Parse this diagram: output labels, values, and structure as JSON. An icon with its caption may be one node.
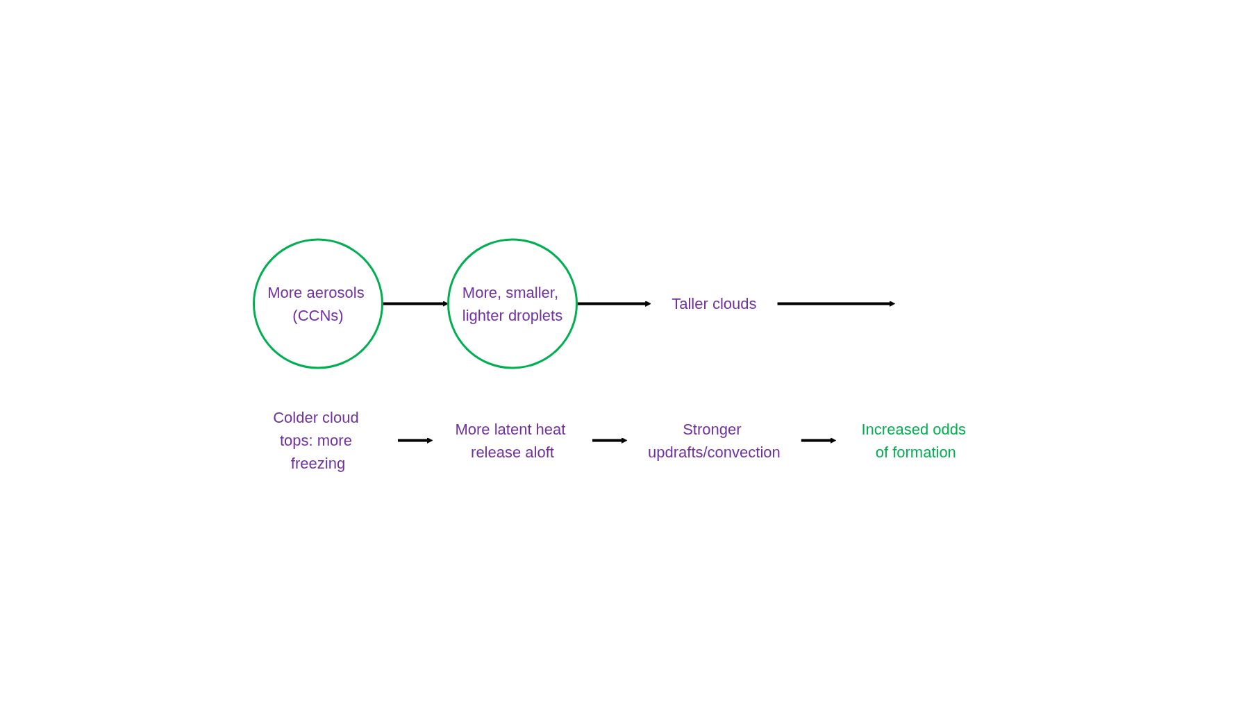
{
  "diagram": {
    "nodes": [
      {
        "text": [
          "More aerosols (CCNs)"
        ]
      },
      {
        "text": [
          "More, smaller, lighter droplets"
        ]
      },
      {
        "text": [
          "Taller clouds"
        ]
      },
      {
        "text": [
          "Colder cloud tops: more freezing"
        ]
      },
      {
        "text": [
          "More latent heat release aloft"
        ]
      },
      {
        "text": [
          "Stronger updrafts/convection"
        ]
      },
      {
        "text": [
          "Increased odds of formation"
        ]
      }
    ],
    "edges": [
      {
        "from": 0,
        "to": 1,
        "arrow": "to"
      },
      {
        "from": 1,
        "to": 2,
        "arrow": "to"
      },
      {
        "from": 2,
        "to": null,
        "arrow": "to"
      },
      {
        "from": 3,
        "to": 4,
        "arrow": "to"
      },
      {
        "from": 4,
        "to": 5,
        "arrow": "to"
      },
      {
        "from": 5,
        "to": 6,
        "arrow": "to"
      }
    ]
  }
}
